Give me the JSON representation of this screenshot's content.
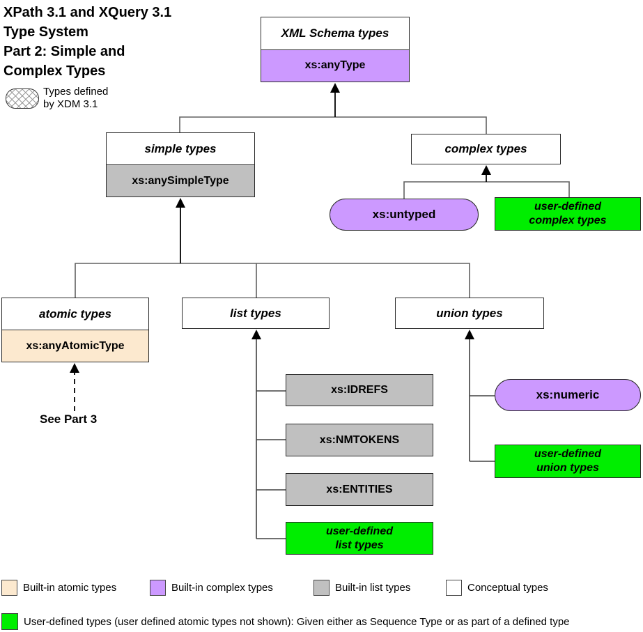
{
  "title": "XPath 3.1 and XQuery 3.1\nType System\nPart 2: Simple and\nComplex Types",
  "xdm_legend": {
    "label": "Types defined\nby XDM 3.1"
  },
  "nodes": {
    "xml_schema": {
      "header": "XML Schema types",
      "body": "xs:anyType"
    },
    "simple": {
      "header": "simple types",
      "body": "xs:anySimpleType"
    },
    "complex": {
      "header": "complex types"
    },
    "atomic": {
      "header": "atomic types",
      "body": "xs:anyAtomicType"
    },
    "list": {
      "header": "list types"
    },
    "union": {
      "header": "union types"
    },
    "untyped": {
      "label": "xs:untyped"
    },
    "user_complex": {
      "label": "user-defined\ncomplex types"
    },
    "idrefs": {
      "label": "xs:IDREFS"
    },
    "nmtokens": {
      "label": "xs:NMTOKENS"
    },
    "entities": {
      "label": "xs:ENTITIES"
    },
    "user_list": {
      "label": "user-defined\nlist types"
    },
    "numeric": {
      "label": "xs:numeric"
    },
    "user_union": {
      "label": "user-defined\nunion types"
    },
    "see_part3": "See Part 3"
  },
  "colors": {
    "builtin_atomic": "#FCE9CF",
    "builtin_complex": "#CC99FF",
    "builtin_list": "#C0C0C0",
    "conceptual": "#FFFFFF",
    "user_defined": "#00EE00",
    "connector_gray": "#606060",
    "arrow_black": "#000000"
  },
  "legend": {
    "items": [
      {
        "label": "Built-in atomic types",
        "color": "#FCE9CF"
      },
      {
        "label": "Built-in complex types",
        "color": "#CC99FF"
      },
      {
        "label": "Built-in list types",
        "color": "#C0C0C0"
      },
      {
        "label": "Conceptual types",
        "color": "#FFFFFF"
      }
    ],
    "user_defined_note": "User-defined types (user defined atomic types not shown):  Given either as Sequence Type or as part of a defined type"
  }
}
